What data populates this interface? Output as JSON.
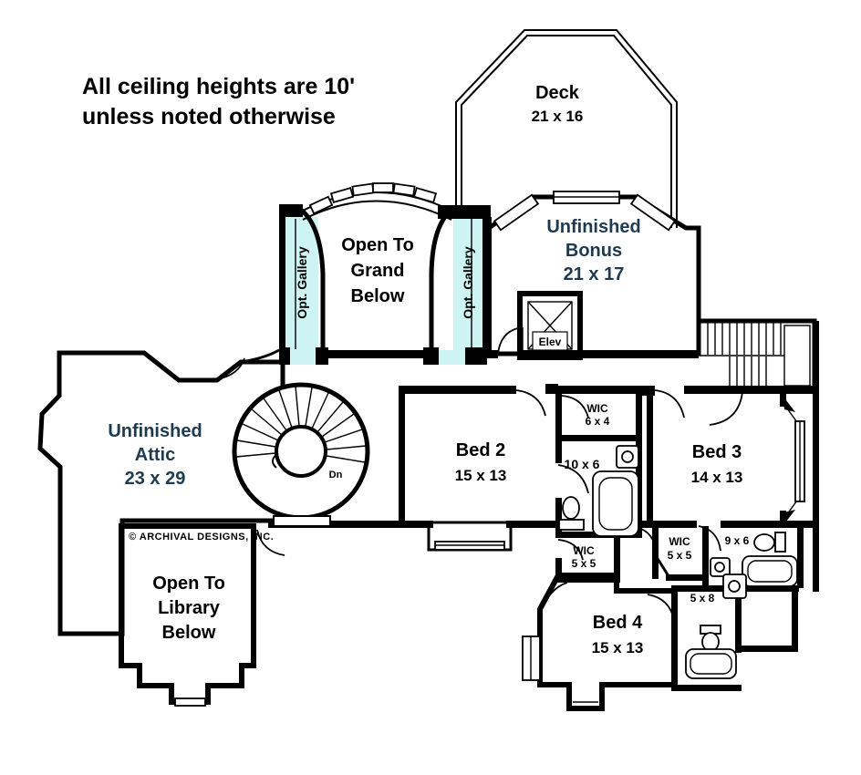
{
  "note": {
    "line1": "All ceiling heights are 10'",
    "line2": "unless noted otherwise"
  },
  "copyright": "© ARCHIVAL DESIGNS, INC.",
  "colors": {
    "highlight": "#cdf4f2",
    "wall": "#000000",
    "unfinished_text": "#1e3a4f",
    "text": "#000000"
  },
  "rooms": {
    "deck": {
      "name": "Deck",
      "size": "21 x 16"
    },
    "grand": {
      "line1": "Open To",
      "line2": "Grand",
      "line3": "Below"
    },
    "gallery_left": {
      "name": "Opt. Gallery"
    },
    "gallery_right": {
      "name": "Opt. Gallery"
    },
    "bonus": {
      "line1": "Unfinished",
      "line2": "Bonus",
      "size": "21 x 17"
    },
    "elevator": {
      "name": "Elev"
    },
    "attic": {
      "line1": "Unfinished",
      "line2": "Attic",
      "size": "23 x 29"
    },
    "stair": {
      "down": "Dn"
    },
    "bed2": {
      "name": "Bed 2",
      "size": "15 x 13"
    },
    "bed3": {
      "name": "Bed 3",
      "size": "14 x 13"
    },
    "bed4": {
      "name": "Bed 4",
      "size": "15 x 13"
    },
    "wic_bed2": {
      "name": "WIC",
      "size": "6 x 4"
    },
    "bath_bed2": {
      "size": "10 x 6"
    },
    "wic_bed3": {
      "name": "WIC",
      "size": "5 x 5"
    },
    "bath_bed3": {
      "size": "9 x 6"
    },
    "wic_bed4": {
      "name": "WIC",
      "size": "5 x 5"
    },
    "bath_bed4": {
      "size": "5 x 8"
    },
    "library": {
      "line1": "Open To",
      "line2": "Library",
      "line3": "Below"
    }
  }
}
